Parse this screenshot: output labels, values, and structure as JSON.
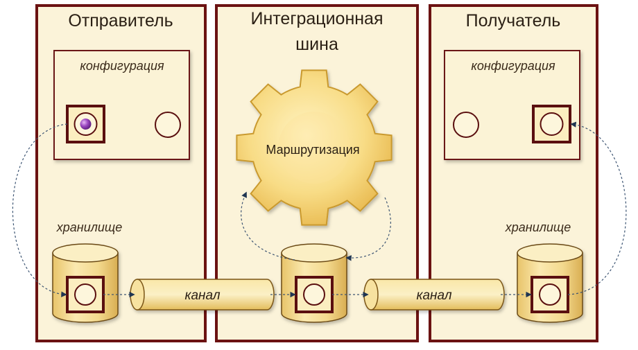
{
  "columns": {
    "sender": {
      "title": "Отправитель",
      "config_label": "конфигурация",
      "storage_label": "хранилище"
    },
    "bus": {
      "title_line1": "Интеграционная",
      "title_line2": "шина",
      "routing_label": "Маршрутизация"
    },
    "receiver": {
      "title": "Получатель",
      "config_label": "конфигурация",
      "storage_label": "хранилище"
    }
  },
  "channels": [
    {
      "label": "канал"
    },
    {
      "label": "канал"
    }
  ],
  "colors": {
    "border": "#6b1212",
    "panel": "#fbf3d9",
    "gear": "#f7d680",
    "drum": "#f5dd98",
    "message_dot": "#8e3fb0",
    "flow_line": "#3d5573"
  },
  "icons": {
    "gear": "gear-icon",
    "message": "message-dot-icon",
    "storage": "database-cylinder-icon"
  }
}
